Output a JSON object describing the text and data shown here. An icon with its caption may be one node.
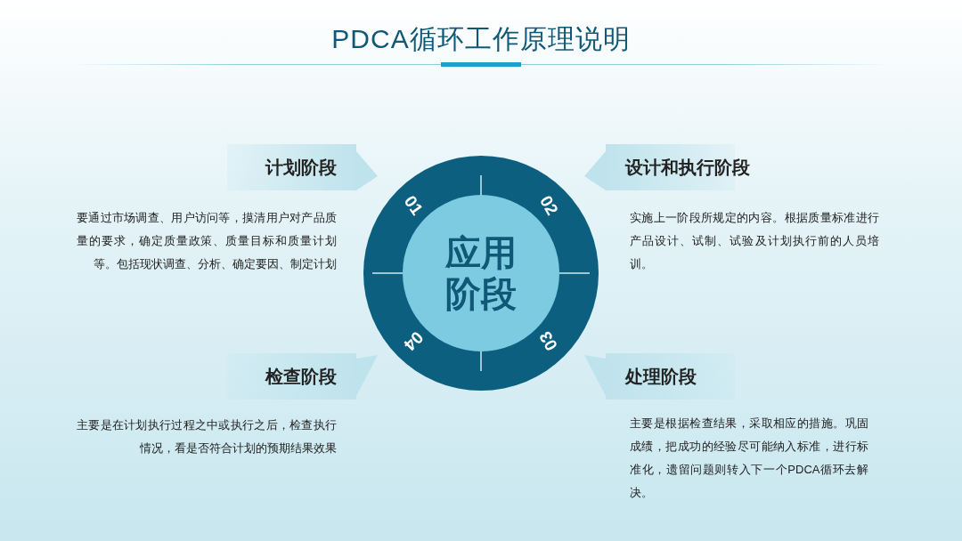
{
  "diagram": {
    "title": "PDCA循环工作原理说明",
    "nodes": [
      {
        "text": [
          "计划阶段"
        ],
        "beside": [
          "要通过市场调查、用户访问等，摸清用户对产品质量的要求，确定质量政策、质量目标和质量计划等。包括现状调查、分析、确定要因、制定计划"
        ]
      },
      {
        "text": [
          "设计和执行阶段"
        ],
        "beside": [
          "实施上一阶段所规定的内容。根据质量标准进行产品设计、试制、试验及计划执行前的人员培训。"
        ]
      },
      {
        "text": [],
        "shape": "circle"
      },
      {
        "text": [
          "应用阶段"
        ],
        "in": 2
      },
      {
        "text": [
          "检查阶段"
        ],
        "beside": [
          "主要是在计划执行过程之中或执行之后，检查执行情况，看是否符合计划的预期结果效果"
        ]
      },
      {
        "text": [
          "处理阶段"
        ],
        "beside": [
          "主要是根据检查结果，采取相应的措施。巩固成绩，把成功的经验尽可能纳入标准，进行标准化，遗留问题则转入下一个PDCA循环去解决。"
        ]
      }
    ],
    "edges": [],
    "labels": [
      "01",
      "02",
      "03",
      "04"
    ]
  }
}
